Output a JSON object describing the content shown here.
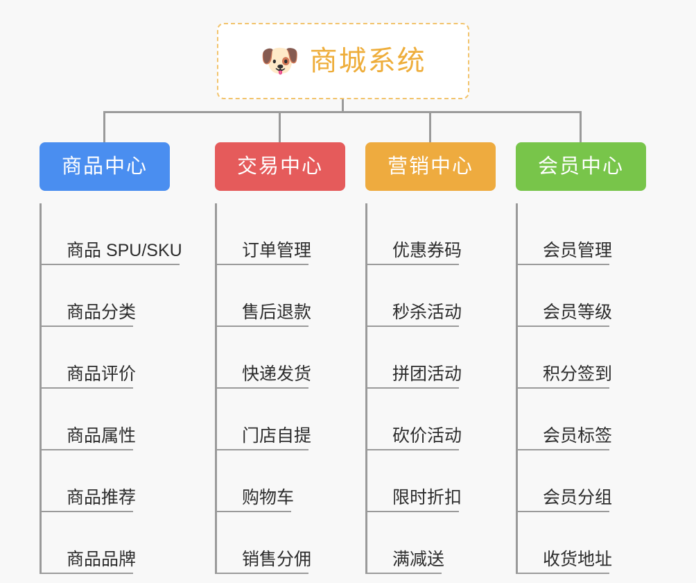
{
  "root": {
    "icon": "shiba-dog-face-emoji",
    "icon_glyph": "🐶",
    "title": "商城系统",
    "title_color": "#eead3a",
    "border_color": "#f2c36b",
    "background": "#ffffff"
  },
  "canvas": {
    "background": "#f8f8f8",
    "connector_color": "#9a9a9a"
  },
  "columns": [
    {
      "id": "product-center",
      "label": "商品中心",
      "color": "#4a8ef0",
      "items": [
        "商品 SPU/SKU",
        "商品分类",
        "商品评价",
        "商品属性",
        "商品推荐",
        "商品品牌"
      ]
    },
    {
      "id": "trade-center",
      "label": "交易中心",
      "color": "#e55b5b",
      "items": [
        "订单管理",
        "售后退款",
        "快递发货",
        "门店自提",
        "购物车",
        "销售分佣"
      ]
    },
    {
      "id": "marketing-center",
      "label": "营销中心",
      "color": "#eeab3f",
      "items": [
        "优惠券码",
        "秒杀活动",
        "拼团活动",
        "砍价活动",
        "限时折扣",
        "满减送"
      ]
    },
    {
      "id": "member-center",
      "label": "会员中心",
      "color": "#78c54a",
      "items": [
        "会员管理",
        "会员等级",
        "积分签到",
        "会员标签",
        "会员分组",
        "收货地址"
      ]
    }
  ]
}
